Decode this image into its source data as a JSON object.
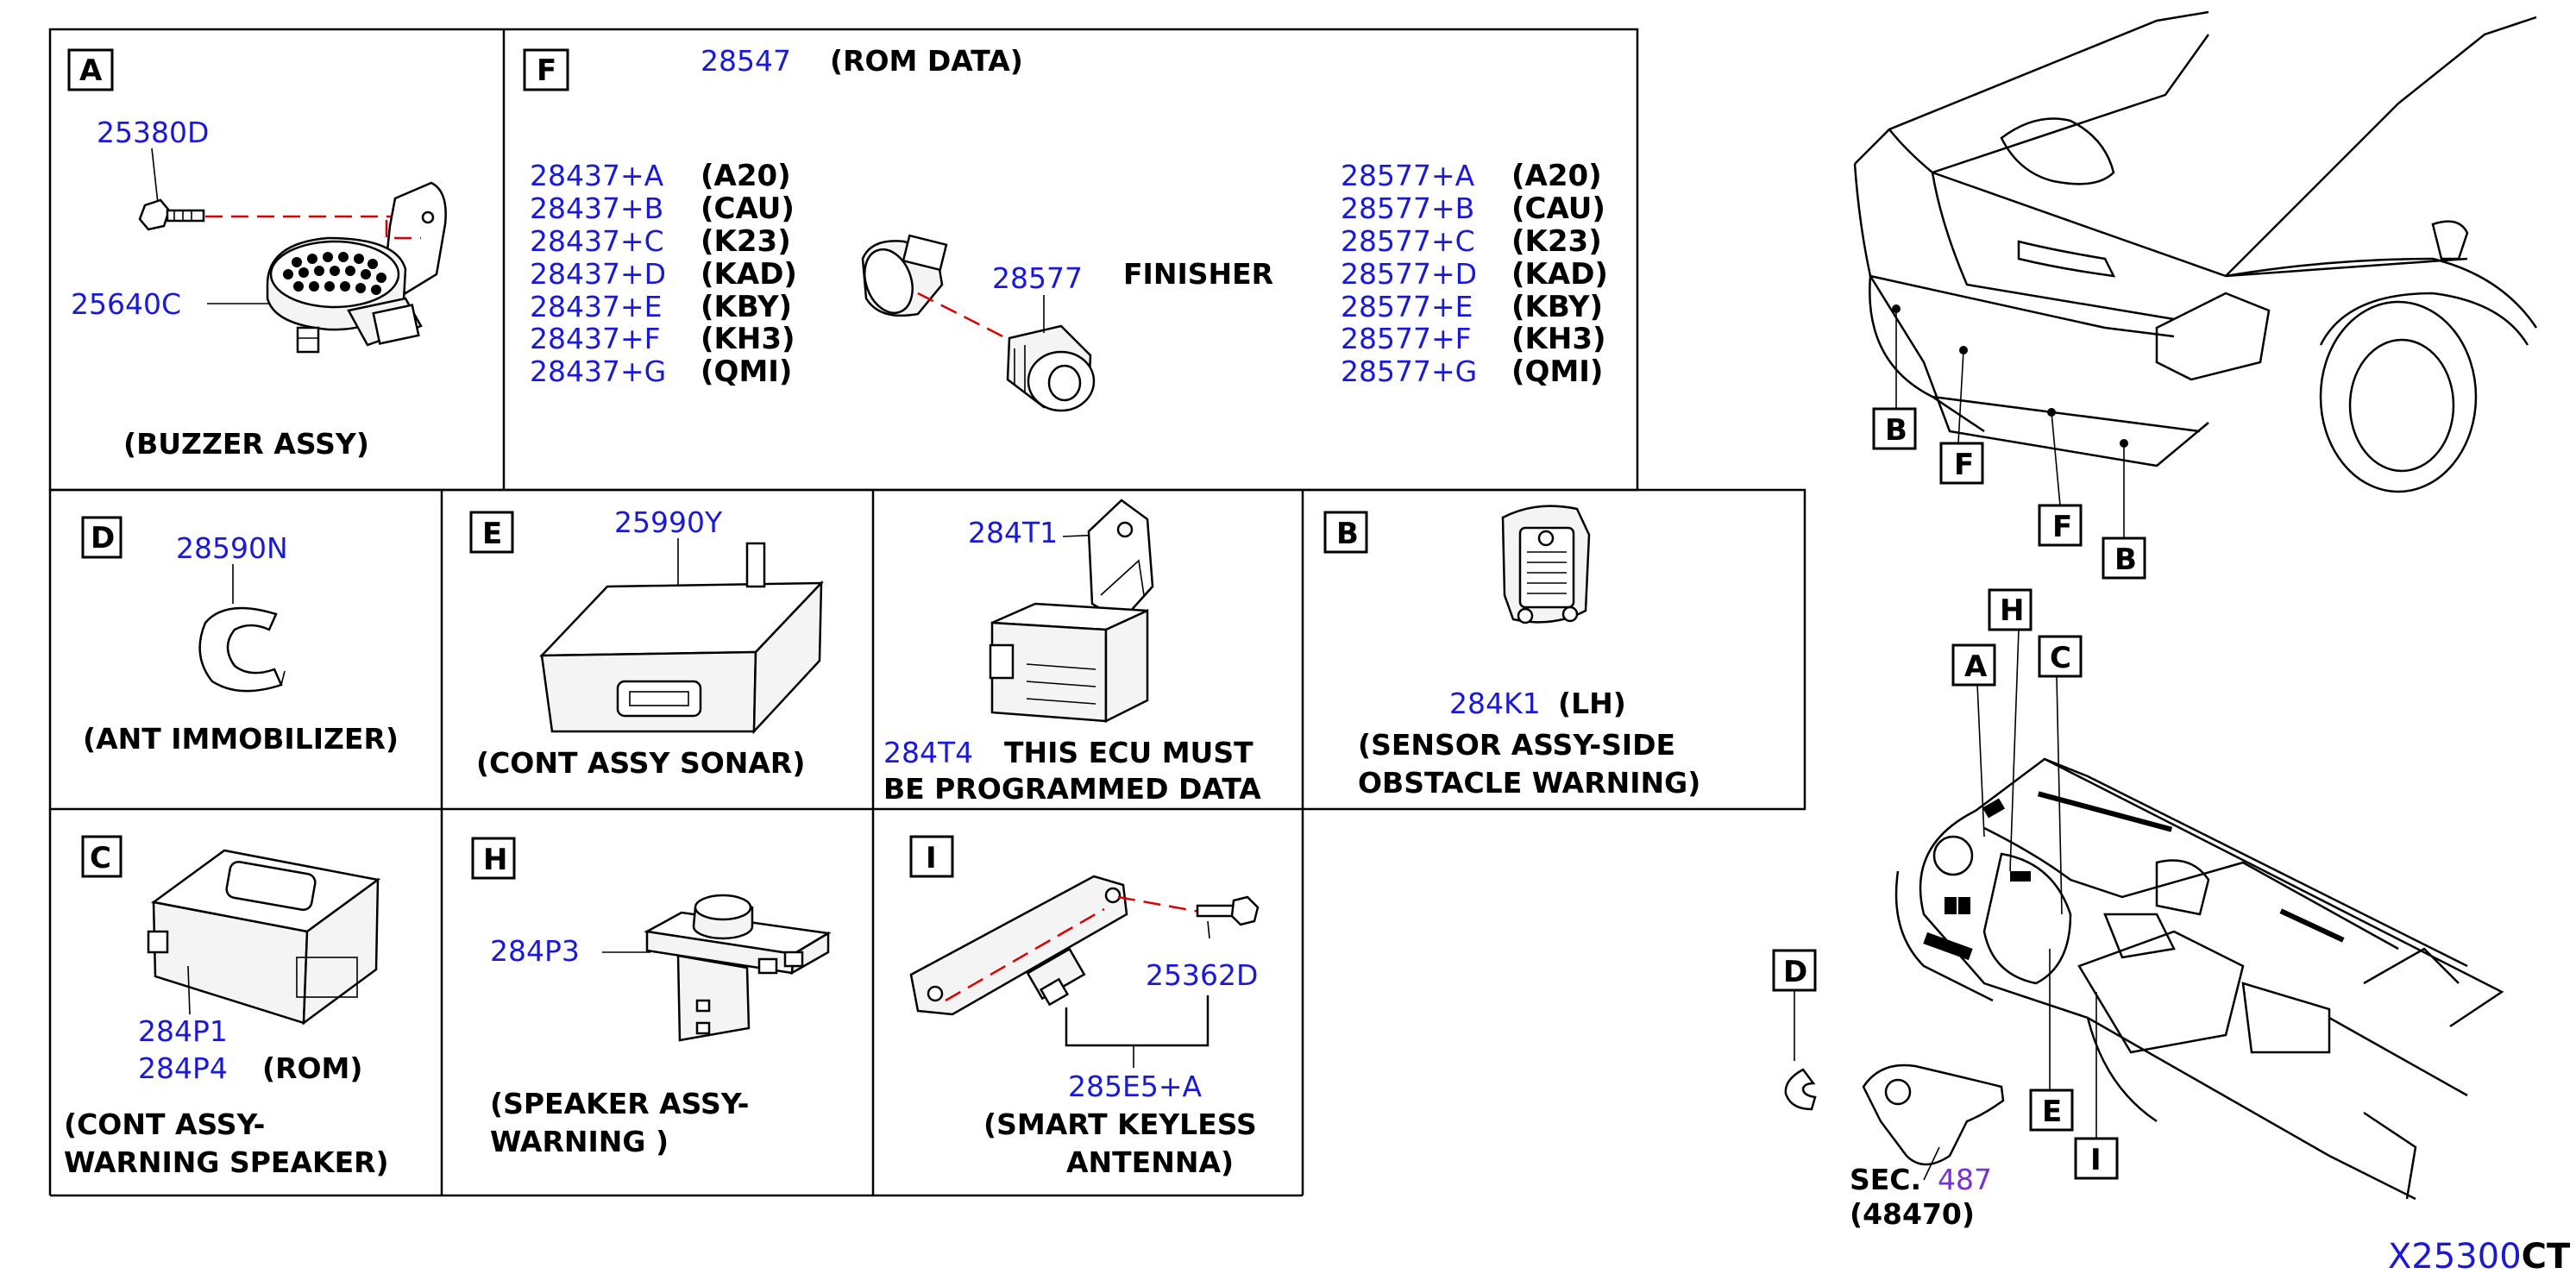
{
  "diagram_code": {
    "prefix": "X25300",
    "suffix": "CT"
  },
  "panels": {
    "A": {
      "letter": "A",
      "bolt_pn": "25380D",
      "buzzer_pn": "25640C",
      "caption": "(BUZZER ASSY)"
    },
    "F": {
      "letter": "F",
      "rom_pn": "28547",
      "rom_label": "(ROM DATA)",
      "left_list": [
        {
          "pn": "28437+A",
          "code": "(A20)"
        },
        {
          "pn": "28437+B",
          "code": "(CAU)"
        },
        {
          "pn": "28437+C",
          "code": "(K23)"
        },
        {
          "pn": "28437+D",
          "code": "(KAD)"
        },
        {
          "pn": "28437+E",
          "code": "(KBY)"
        },
        {
          "pn": "28437+F",
          "code": "(KH3)"
        },
        {
          "pn": "28437+G",
          "code": "(QMI)"
        }
      ],
      "right_list": [
        {
          "pn": "28577+A",
          "code": "(A20)"
        },
        {
          "pn": "28577+B",
          "code": "(CAU)"
        },
        {
          "pn": "28577+C",
          "code": "(K23)"
        },
        {
          "pn": "28577+D",
          "code": "(KAD)"
        },
        {
          "pn": "28577+E",
          "code": "(KBY)"
        },
        {
          "pn": "28577+F",
          "code": "(KH3)"
        },
        {
          "pn": "28577+G",
          "code": "(QMI)"
        }
      ],
      "finisher_pn": "28577",
      "finisher_label": "FINISHER"
    },
    "D": {
      "letter": "D",
      "pn": "28590N",
      "caption": "(ANT IMMOBILIZER)"
    },
    "E": {
      "letter": "E",
      "pn": "25990Y",
      "caption": "(CONT ASSY SONAR)"
    },
    "ecu": {
      "bracket_pn": "284T1",
      "ecu_pn": "284T4",
      "note_line1": "THIS ECU MUST",
      "note_line2": "BE PROGRAMMED DATA"
    },
    "B": {
      "letter": "B",
      "pn_lh": "284K1",
      "side_lh": "(LH)",
      "caption_line1": "(SENSOR ASSY-SIDE",
      "caption_line2": "OBSTACLE WARNING)"
    },
    "C": {
      "letter": "C",
      "pn1": "284P1",
      "pn2": "284P4",
      "rom": "(ROM)",
      "caption_line1": "(CONT ASSY-",
      "caption_line2": "WARNING SPEAKER)"
    },
    "H": {
      "letter": "H",
      "pn": "284P3",
      "caption_line1": "(SPEAKER ASSY-",
      "caption_line2": "WARNING )"
    },
    "I": {
      "letter": "I",
      "bolt_pn": "25362D",
      "antenna_pn": "285E5+A",
      "caption_line1": "(SMART KEYLESS",
      "caption_line2": "ANTENNA)"
    }
  },
  "vehicle_callouts": {
    "rear": [
      "B",
      "F",
      "F",
      "B"
    ],
    "dash": [
      "H",
      "A",
      "C",
      "D",
      "E",
      "I"
    ],
    "sec_label": "SEC.",
    "sec_ref": "487",
    "sec_part": "(48470)"
  },
  "colors": {
    "part_number": "#1a1ad6",
    "section_ref": "#7a2fd0",
    "centerline": "#d90000"
  }
}
